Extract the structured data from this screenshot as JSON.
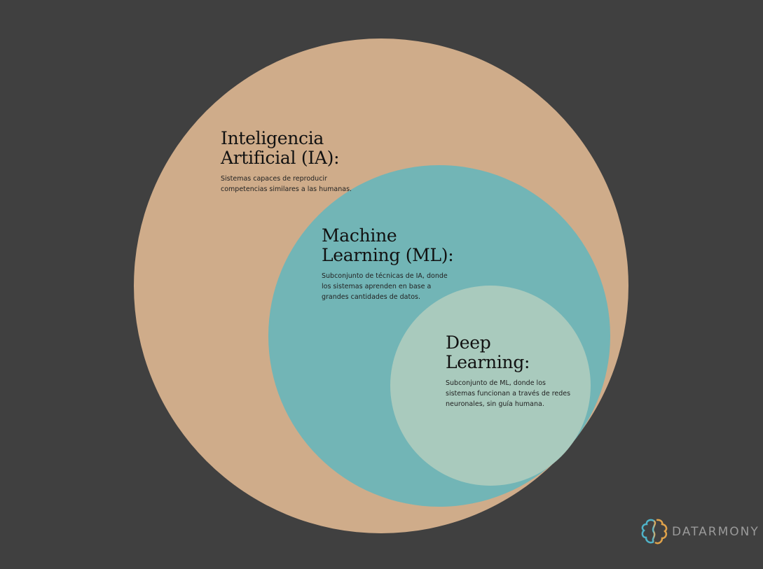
{
  "circles": [
    {
      "id": "ia",
      "title": "Inteligencia Artificial (IA):",
      "title_lines": [
        "Inteligencia",
        "Artificial (IA):"
      ],
      "description": "Sistemas capaces de reproducir competencias similares a las humanas.",
      "color": "#cfac8a"
    },
    {
      "id": "ml",
      "title_lines": [
        "Machine",
        "Learning (ML):"
      ],
      "description": "Subconjunto de técnicas de IA, donde los sistemas aprenden en base a grandes cantidades de datos.",
      "color": "#72b5b6"
    },
    {
      "id": "dl",
      "title_lines": [
        "Deep",
        "Learning:"
      ],
      "description": "Subconjunto de ML, donde los sistemas funcionan a través de redes neuronales, sin guía humana.",
      "color": "#a9cabd"
    }
  ],
  "logo": {
    "text": "DATARMONY",
    "icon": "brain-icon"
  },
  "background": "#404040"
}
